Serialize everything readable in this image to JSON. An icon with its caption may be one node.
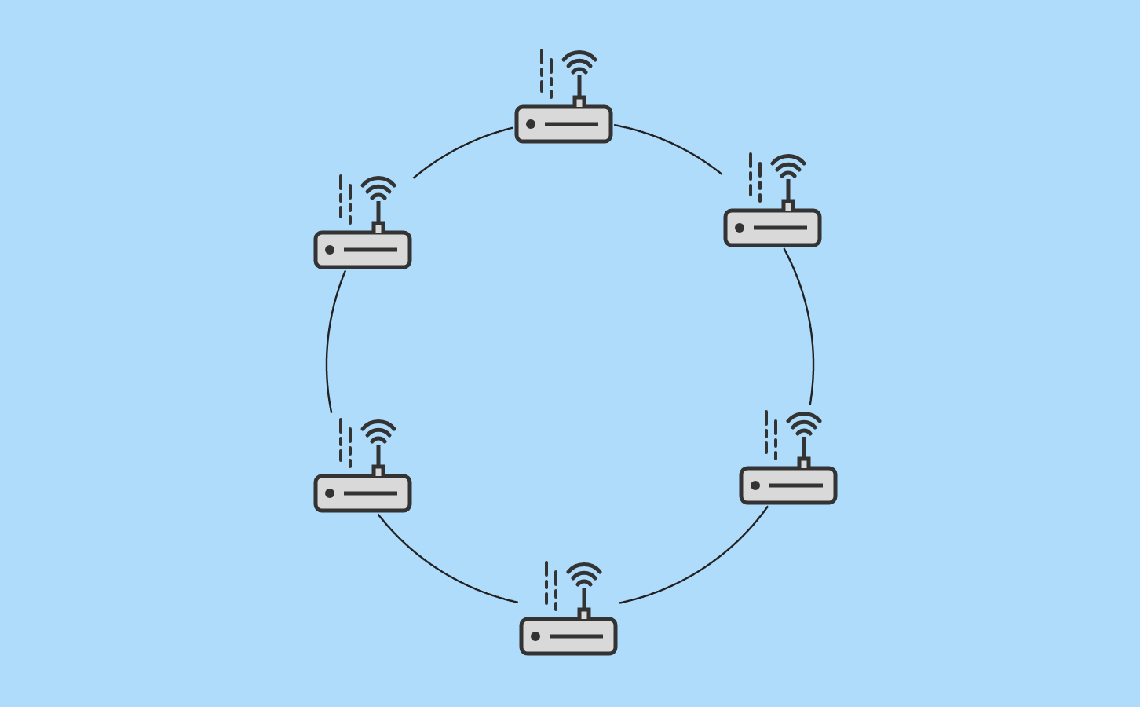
{
  "diagram": {
    "nodes": [
      {
        "text": [],
        "shape": "router"
      },
      {
        "text": [],
        "shape": "router"
      },
      {
        "text": [],
        "shape": "router"
      },
      {
        "text": [],
        "shape": "router"
      },
      {
        "text": [],
        "shape": "router"
      },
      {
        "text": [],
        "shape": "router"
      }
    ],
    "edges": [
      {
        "from": 0,
        "to": 1,
        "arrow": "none"
      },
      {
        "from": 1,
        "to": 3,
        "arrow": "none"
      },
      {
        "from": 3,
        "to": 5,
        "arrow": "none"
      },
      {
        "from": 5,
        "to": 4,
        "arrow": "none"
      },
      {
        "from": 4,
        "to": 2,
        "arrow": "none"
      },
      {
        "from": 2,
        "to": 0,
        "arrow": "none"
      }
    ]
  }
}
